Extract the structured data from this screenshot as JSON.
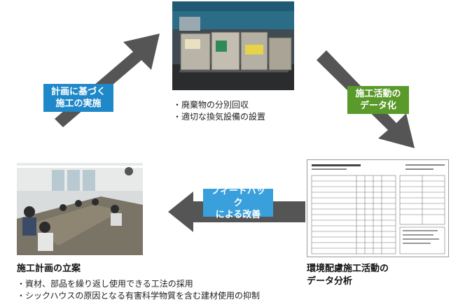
{
  "nodes": {
    "top_bullets": [
      "・廃棄物の分別回収",
      "・適切な換気設備の設置"
    ],
    "right_heading": [
      "環境配慮施工活動の",
      "データ分析"
    ],
    "left_heading": "施工計画の立案",
    "left_bullets": [
      "・資材、部品を繰り返し使用できる工法の採用",
      "・シックハウスの原因となる有害科学物質を含む建材使用の抑制"
    ]
  },
  "arrows": {
    "top_left": [
      "計画に基づく",
      "施工の実施"
    ],
    "top_right": [
      "施工活動の",
      "データ化"
    ],
    "bottom": [
      "フィードバック",
      "による改善"
    ]
  },
  "colors": {
    "arrow": "#555555",
    "label_blue": "#1e88c8",
    "label_green": "#5a9a2a",
    "label_lightblue": "#3aa0dc"
  },
  "photos": {
    "top": "recycling bins photo",
    "left": "meeting room photo",
    "right": "data sheet document"
  }
}
